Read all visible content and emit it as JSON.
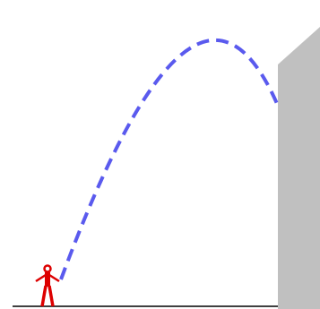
{
  "scene": {
    "colors": {
      "background": "#ffffff",
      "trajectory": "#5a5aee",
      "building": "#c0c0c0",
      "ground": "#000000",
      "person": "#dd0000"
    },
    "elements": {
      "person": "stick-figure-icon",
      "building": "building-wall",
      "trajectory": "dashed-arc-trajectory",
      "ground": "ground-line"
    }
  }
}
